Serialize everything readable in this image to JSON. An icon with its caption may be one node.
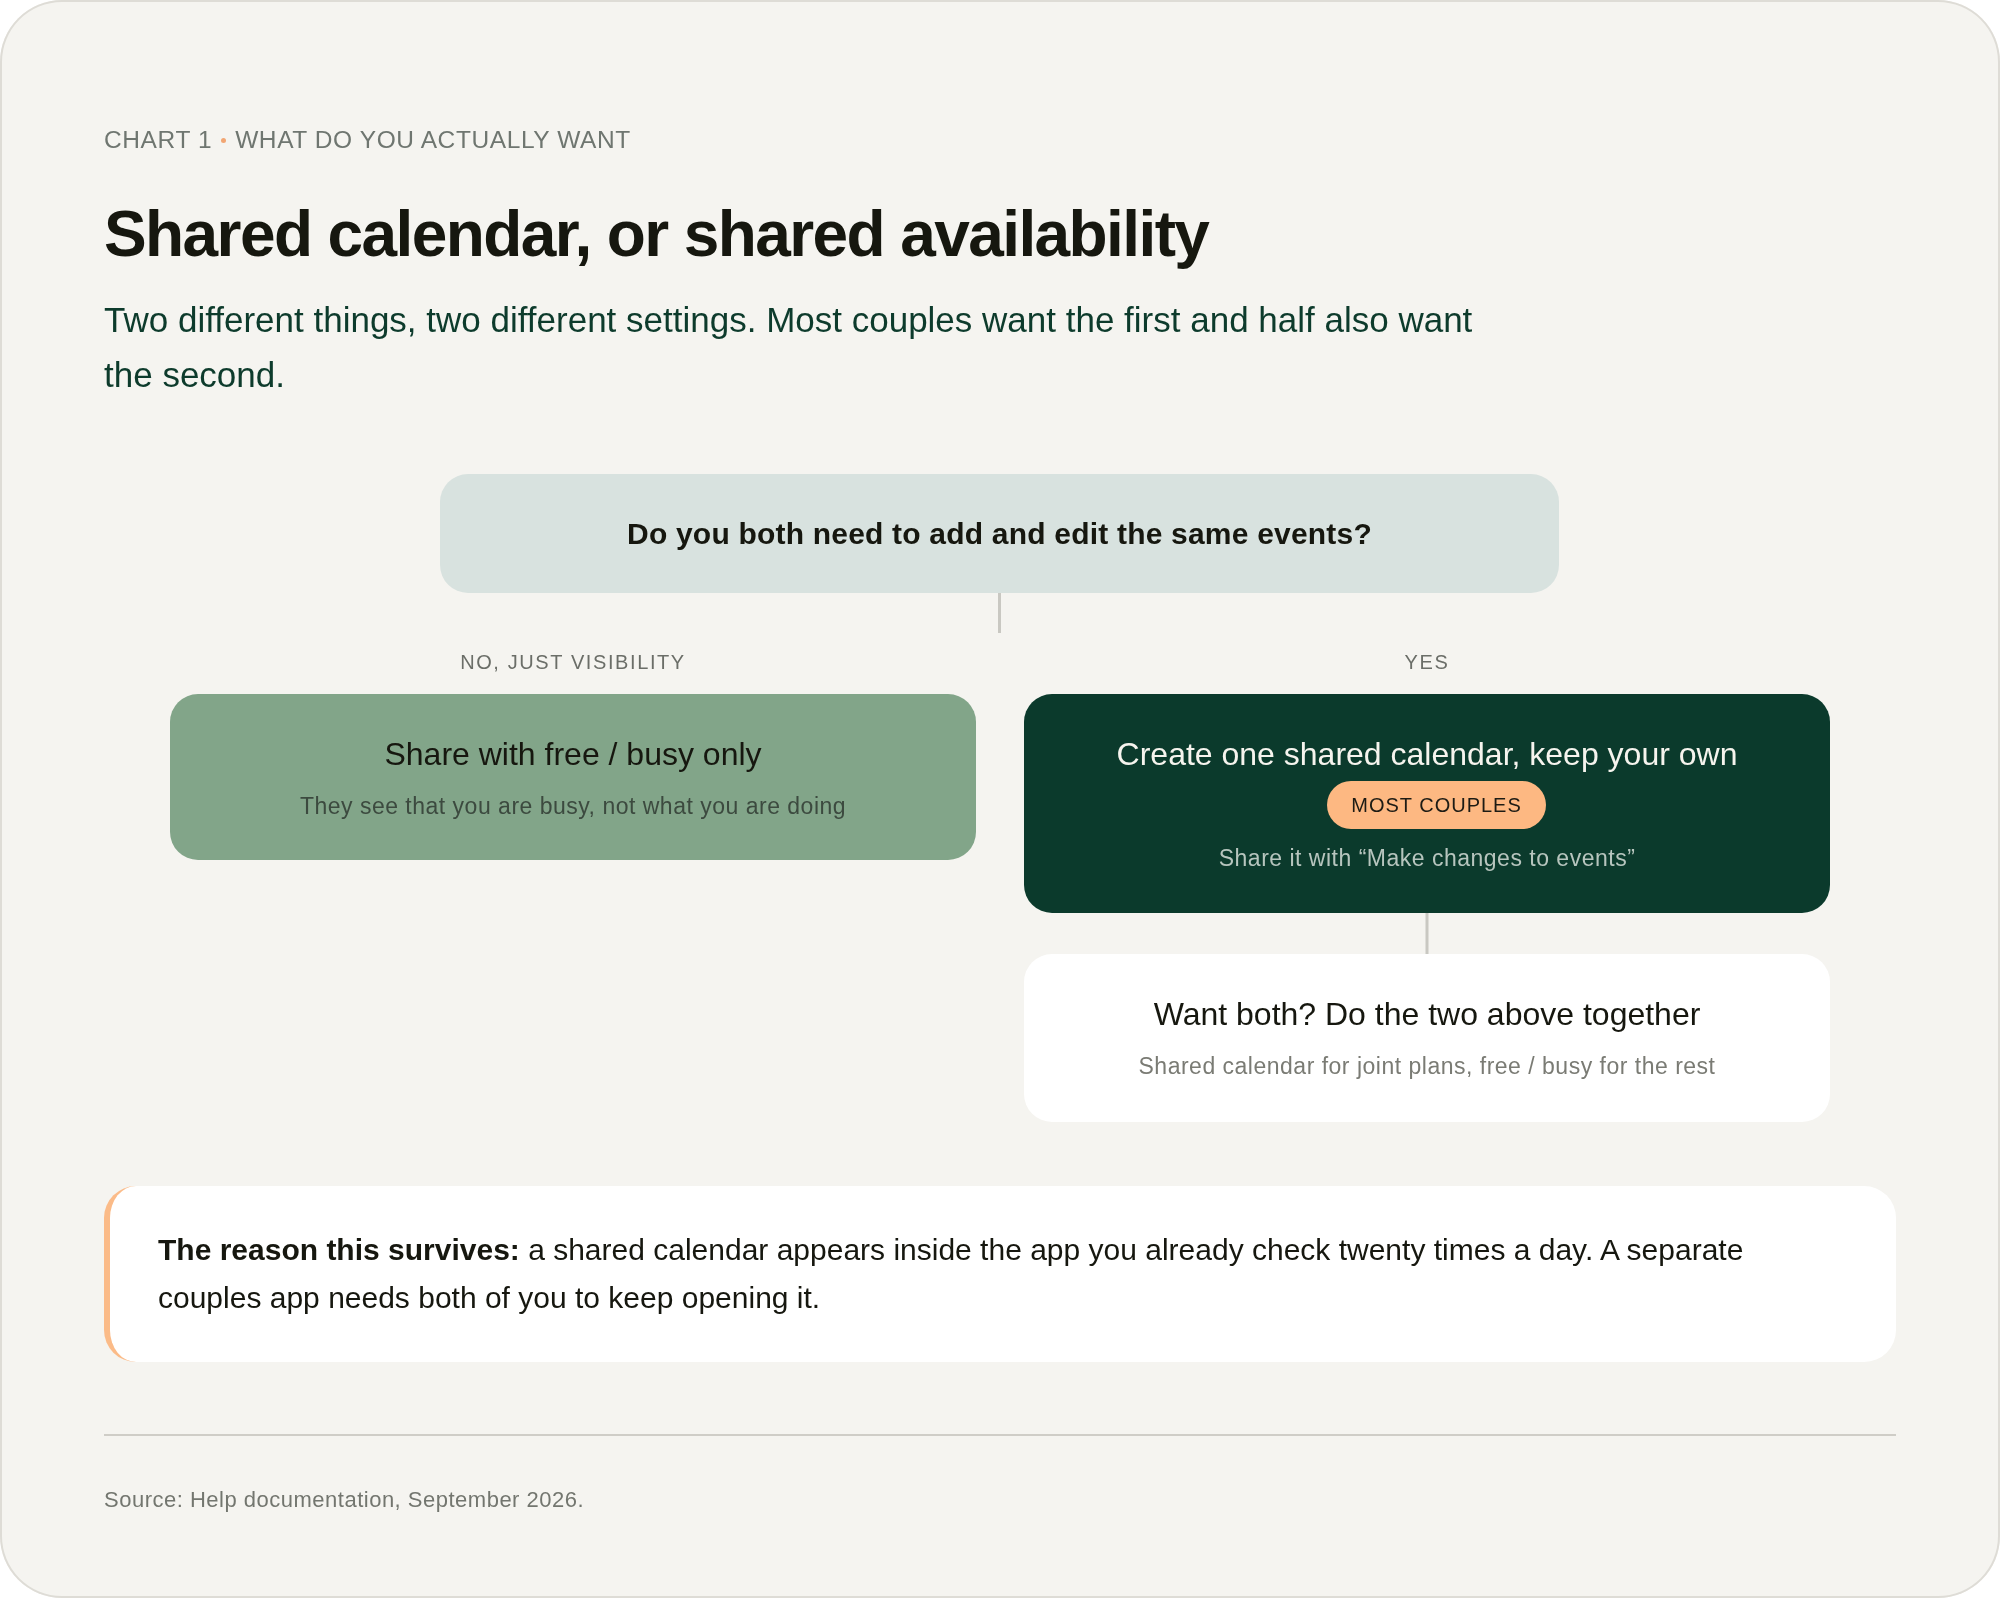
{
  "diagram": {
    "title": "Shared calendar, or shared availability",
    "caption": "Source: Help documentation, September 2026.",
    "nodes": [
      {
        "text": [
          "Do you both need to add and edit the same events?"
        ]
      },
      {
        "text": [
          "Share with free / busy only",
          "They see that you are busy, not what you are doing"
        ],
        "beside": [
          "NO, JUST VISIBILITY"
        ]
      },
      {
        "text": [
          "Create one shared calendar, keep your own",
          "Share it with “Make changes to events”"
        ],
        "beside": [
          "YES"
        ]
      },
      {
        "text": [
          "MOST COUPLES"
        ],
        "in": 2
      },
      {
        "text": [
          "Want both? Do the two above together",
          "Shared calendar for joint plans, free / busy for the rest"
        ]
      },
      {
        "text": [
          "**The reason this survives:** a shared calendar appears inside the app you already check twenty times a day. A separate couples app needs both of you to keep opening it."
        ]
      }
    ],
    "edges": [
      {
        "from": 0,
        "to": null,
        "arrow": "none"
      },
      {
        "from": 2,
        "to": 4,
        "arrow": "none"
      }
    ],
    "labels": [
      "CHART 1",
      "WHAT DO YOU ACTUALLY WANT",
      "Two different things, two different settings. Most couples want the first and half also want the second."
    ]
  }
}
